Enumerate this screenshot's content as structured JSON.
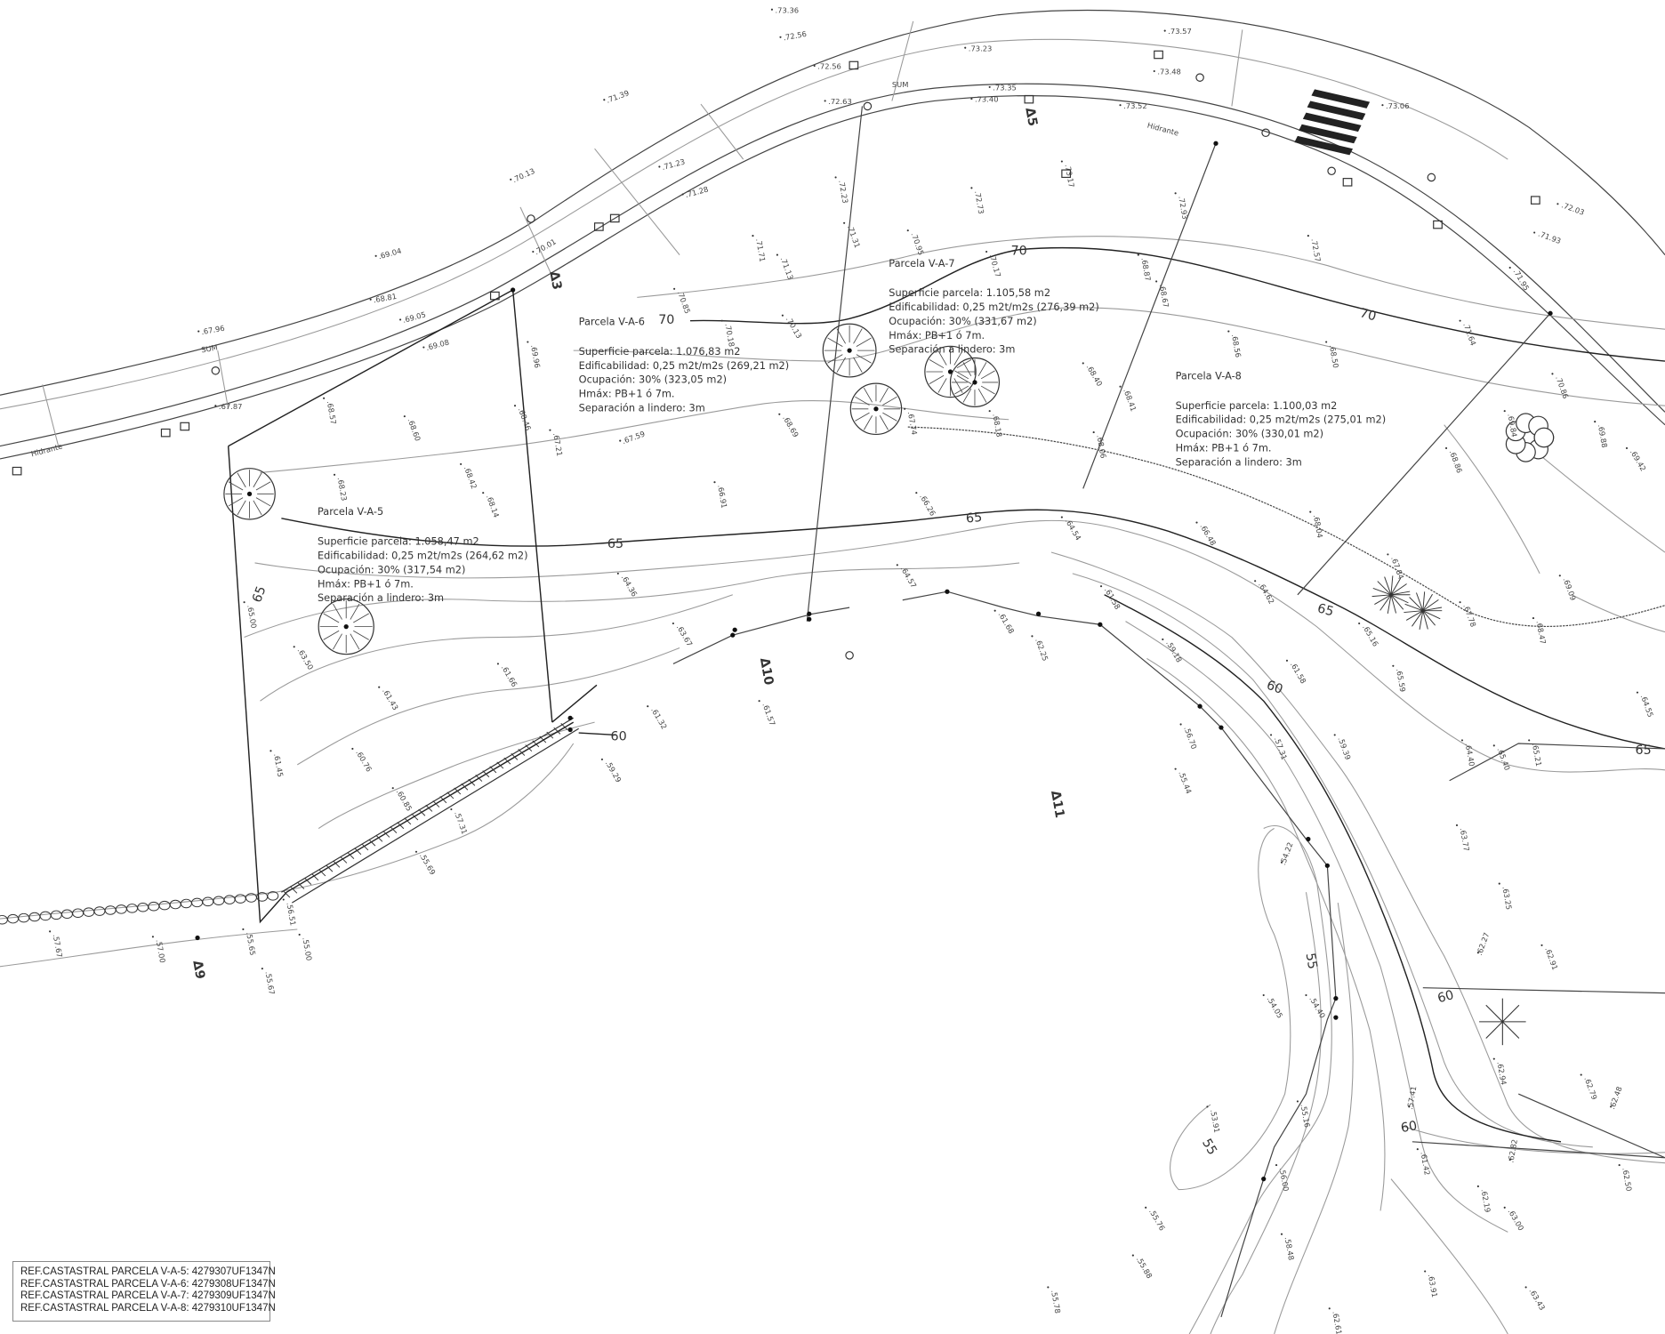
{
  "parcels": [
    {
      "name": "Parcela V-A-5",
      "superficie": "Superficie parcela: 1.058,47 m2",
      "edificabilidad": "Edificabilidad: 0,25 m2t/m2s (264,62 m2)",
      "ocupacion": "Ocupación: 30% (317,54 m2)",
      "hmax": "Hmáx: PB+1 ó 7m.",
      "separacion": "Separación a lindero: 3m"
    },
    {
      "name": "Parcela V-A-6",
      "superficie": "Superficie parcela: 1.076,83 m2",
      "edificabilidad": "Edificabilidad: 0,25 m2t/m2s (269,21 m2)",
      "ocupacion": "Ocupación: 30% (323,05 m2)",
      "hmax": "Hmáx: PB+1 ó 7m.",
      "separacion": "Separación a lindero: 3m"
    },
    {
      "name": "Parcela V-A-7",
      "superficie": "Superficie parcela: 1.105,58 m2",
      "edificabilidad": "Edificabilidad: 0,25 m2t/m2s (276,39 m2)",
      "ocupacion": "Ocupación: 30% (331,67 m2)",
      "hmax": "Hmáx: PB+1 ó 7m.",
      "separacion": "Separación a lindero: 3m"
    },
    {
      "name": "Parcela V-A-8",
      "superficie": "Superficie parcela: 1.100,03 m2",
      "edificabilidad": "Edificabilidad: 0,25 m2t/m2s (275,01 m2)",
      "ocupacion": "Ocupación: 30% (330,01 m2)",
      "hmax": "Hmáx: PB+1 ó 7m.",
      "separacion": "Separación a lindero: 3m"
    }
  ],
  "cadastral_refs": [
    "REF.CASTASTRAL PARCELA V-A-5: 4279307UF1347N",
    "REF.CASTASTRAL PARCELA V-A-6: 4279308UF1347N",
    "REF.CASTASTRAL PARCELA V-A-7: 4279309UF1347N",
    "REF.CASTASTRAL PARCELA V-A-8: 4279310UF1347N"
  ],
  "contour_labels": [
    "70",
    "70",
    "70",
    "65",
    "65",
    "65",
    "65",
    "65",
    "60",
    "60",
    "60",
    "60",
    "55",
    "55"
  ],
  "street_labels": [
    "Hidrante",
    "Hidrante",
    "SUM",
    "SUM"
  ],
  "stations": [
    "3",
    "5",
    "9",
    "10",
    "11"
  ],
  "spot_elevations": [
    "73.36",
    "73.57",
    "72.56",
    "73.23",
    "72.56",
    "73.48",
    "72.63",
    "73.35",
    "73.40",
    "73.52",
    "73.06",
    "71.39",
    "70.13",
    "69.04",
    "68.81",
    "67.96",
    "69.05",
    "69.08",
    "67.87",
    "72.03",
    "71.93",
    "71.95",
    "70.01",
    "71.23",
    "71.28",
    "72.23",
    "72.73",
    "73.17",
    "72.93",
    "72.57",
    "70.85",
    "71.71",
    "71.13",
    "71.31",
    "70.95",
    "70.17",
    "68.87",
    "68.67",
    "68.56",
    "68.50",
    "71.64",
    "70.86",
    "69.84",
    "69.88",
    "69.42",
    "70.18",
    "70.13",
    "69.96",
    "68.57",
    "68.60",
    "68.46",
    "67.21",
    "67.59",
    "68.69",
    "67.74",
    "68.18",
    "68.40",
    "68.41",
    "68.06",
    "68.23",
    "68.42",
    "68.14",
    "66.91",
    "66.26",
    "66.48",
    "68.86",
    "68.04",
    "69.09",
    "64.54",
    "64.57",
    "64.62",
    "67.84",
    "67.78",
    "68.47",
    "64.36",
    "63.67",
    "61.58",
    "61.68",
    "62.25",
    "65.16",
    "65.59",
    "61.66",
    "61.43",
    "63.50",
    "65.00",
    "59.18",
    "61.58",
    "61.32",
    "61.57",
    "56.70",
    "57.31",
    "59.39",
    "64.40",
    "65.40",
    "65.21",
    "64.55",
    "59.29",
    "60.76",
    "61.45",
    "60.85",
    "57.31",
    "55.44",
    "63.77",
    "55.69",
    "54.22",
    "63.25",
    "62.27",
    "62.91",
    "54.05",
    "54.40",
    "56.51",
    "57.67",
    "57.00",
    "55.65",
    "55.67",
    "55.00",
    "62.94",
    "62.79",
    "62.48",
    "53.91",
    "55.16",
    "57.41",
    "61.42",
    "62.82",
    "62.50",
    "56.00",
    "62.19",
    "63.00",
    "55.76",
    "58.48",
    "55.88",
    "63.91",
    "63.43",
    "55.78",
    "62.61"
  ],
  "colors": {
    "line": "#444444",
    "contour": "#9a9a9a",
    "text": "#333333",
    "background": "#ffffff"
  }
}
